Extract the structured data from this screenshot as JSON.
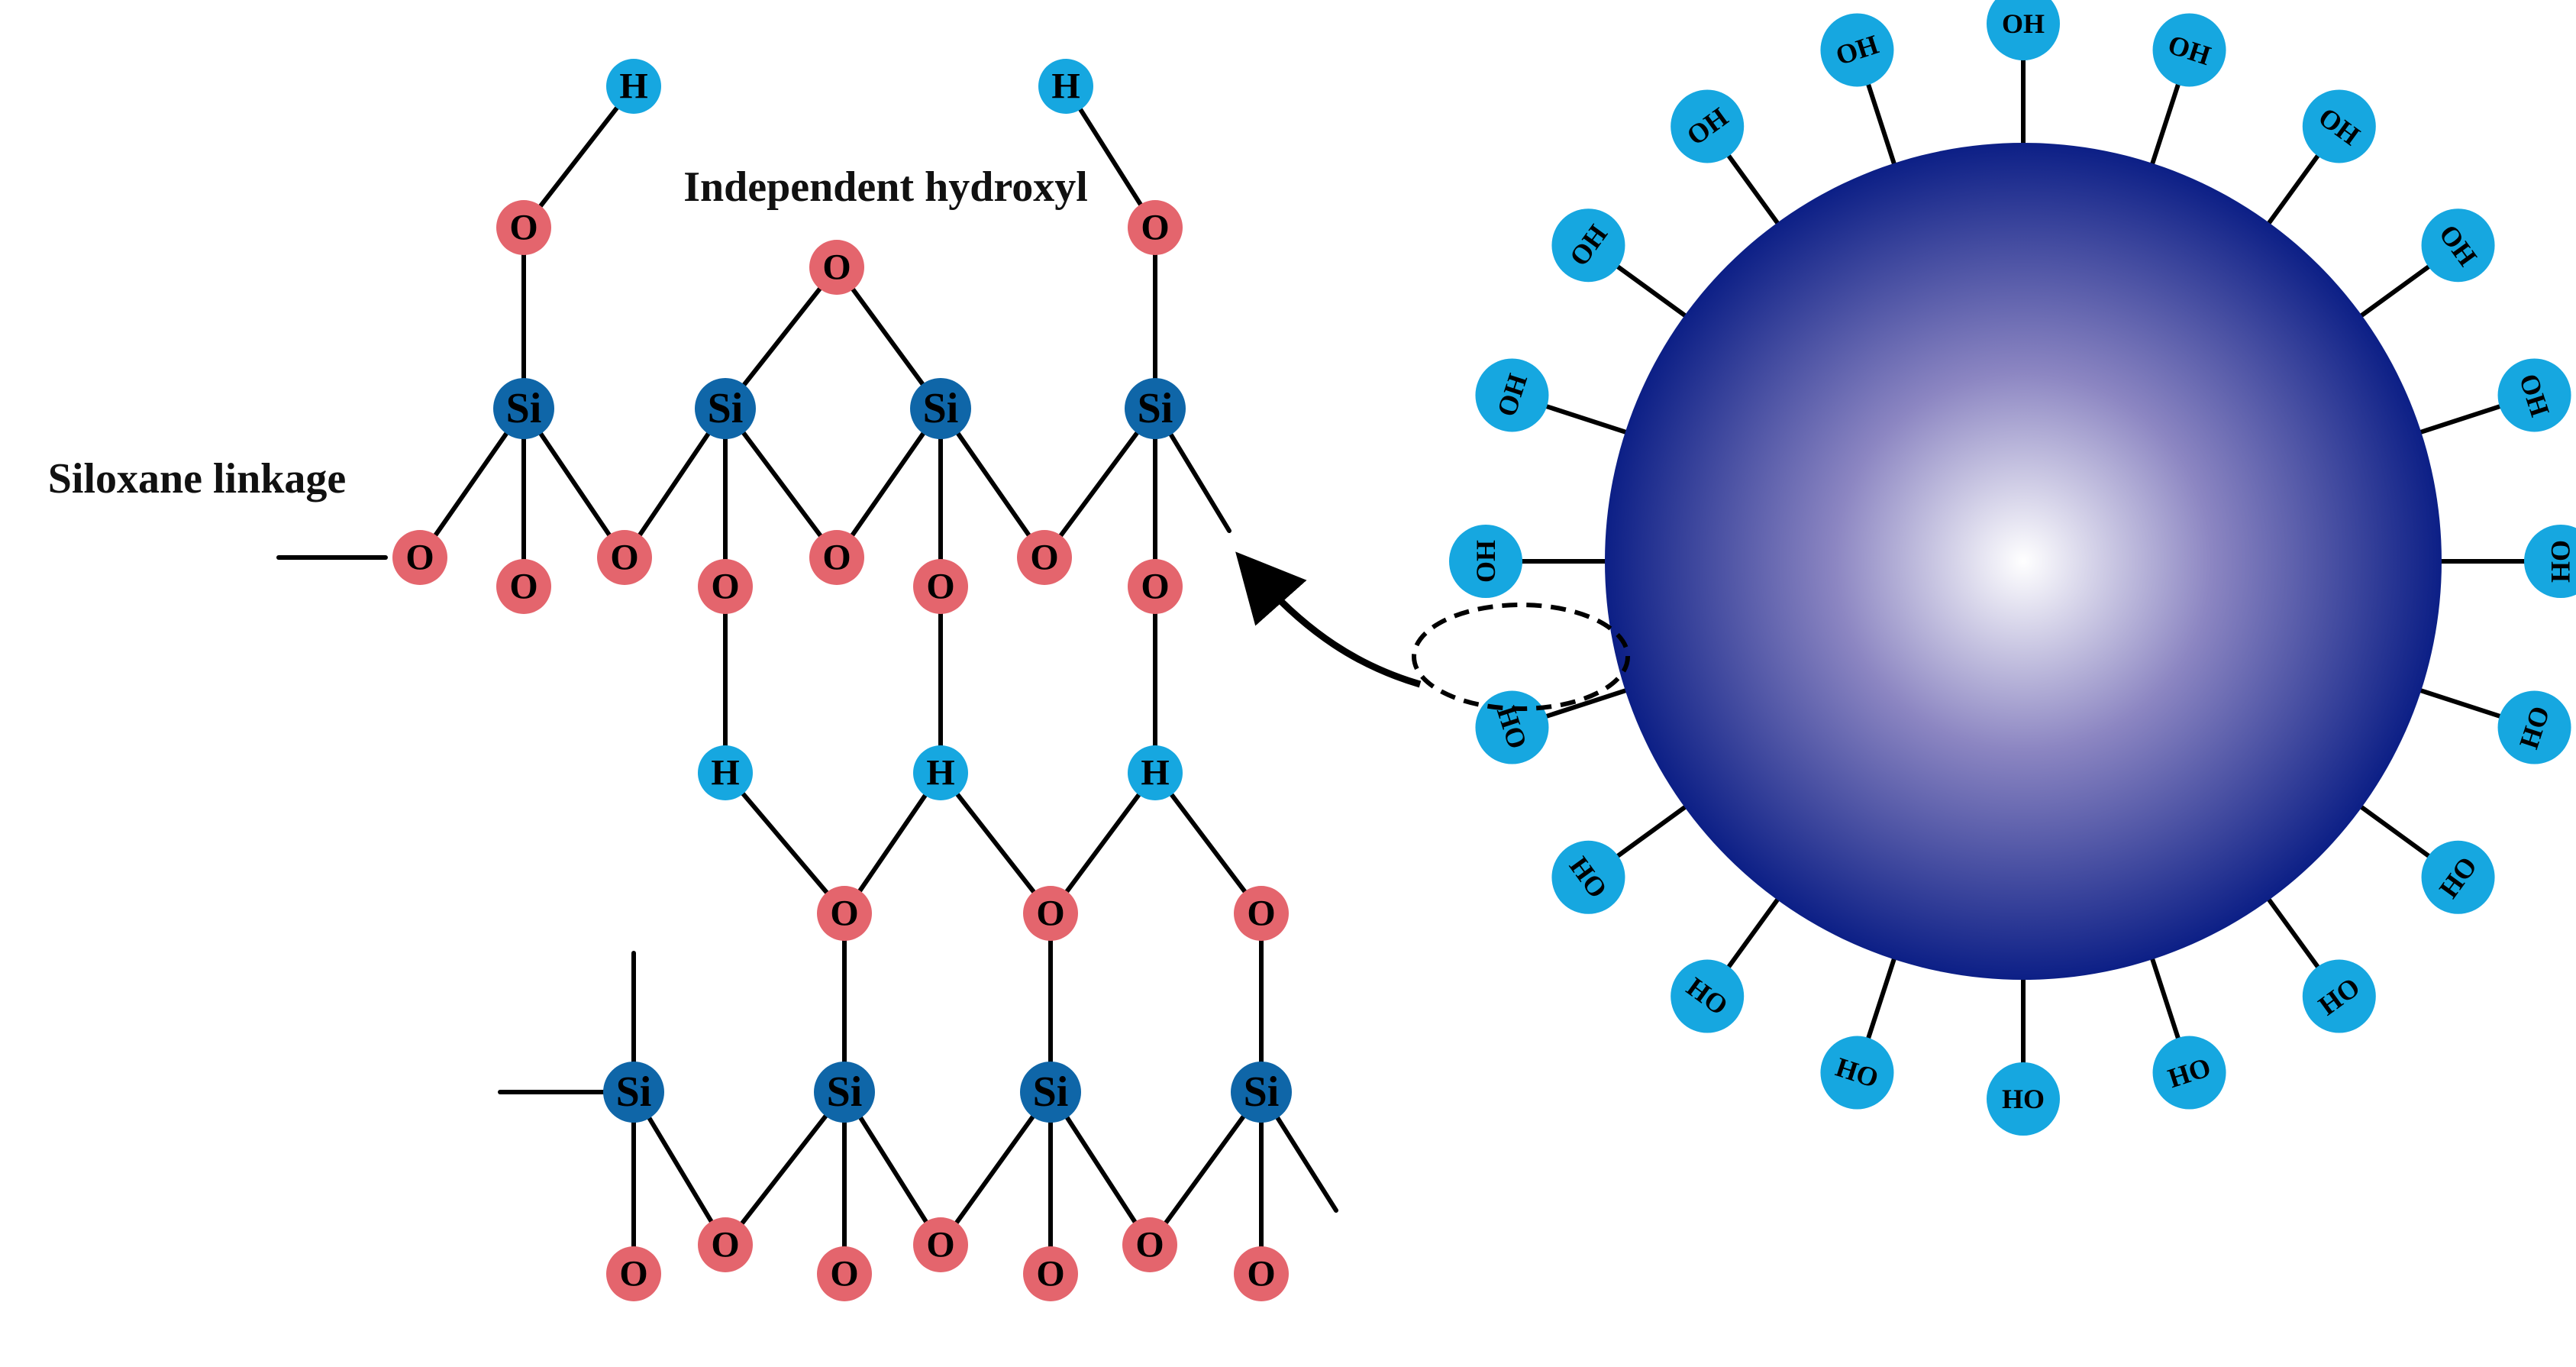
{
  "labels": {
    "independent_hydroxyl": "Independent hydroxyl",
    "siloxane_linkage": "Siloxane linkage"
  },
  "atoms": {
    "silicon": "Si",
    "oxygen": "O",
    "hydrogen": "H"
  },
  "groups": {
    "hydroxyl_upper": "OH",
    "hydroxyl_lower": "HO"
  },
  "colors": {
    "silicon": "#0f66a8",
    "oxygen": "#e4656d",
    "hydrogen": "#16a7e0",
    "bond": "#000000",
    "sphere_center": "#ffffff",
    "sphere_edge": "#0c1f86"
  }
}
